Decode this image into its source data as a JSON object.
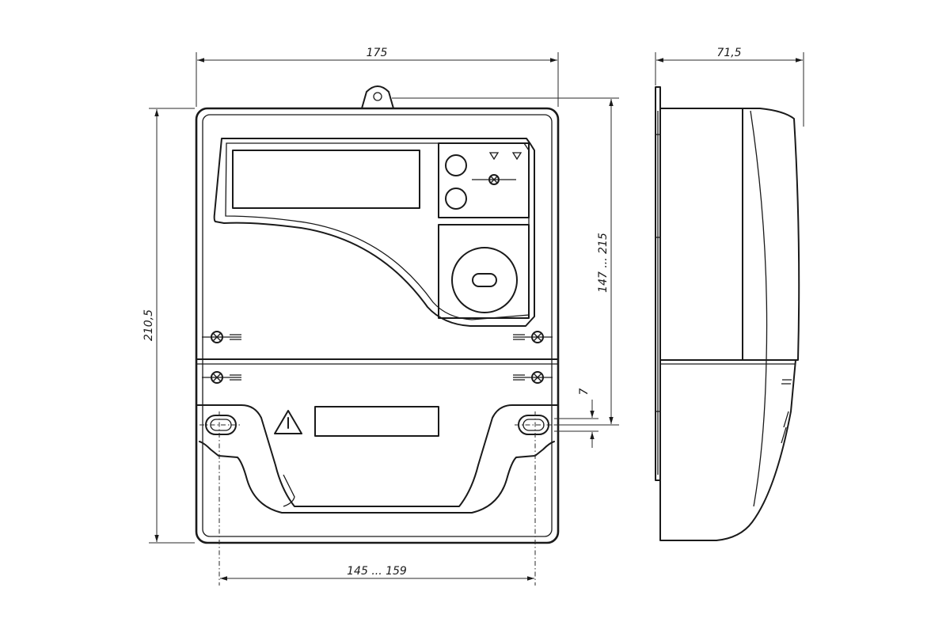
{
  "dimensions": {
    "overall_width": "175",
    "depth": "71,5",
    "overall_height": "210,5",
    "mount_height": "147 ... 215",
    "mount_width": "145 ... 159",
    "slot_height": "7"
  },
  "symbols": {
    "warning": "warning-triangle-icon",
    "indicator_left": "triangle-down-icon",
    "indicator_right": "triangle-down-icon"
  }
}
